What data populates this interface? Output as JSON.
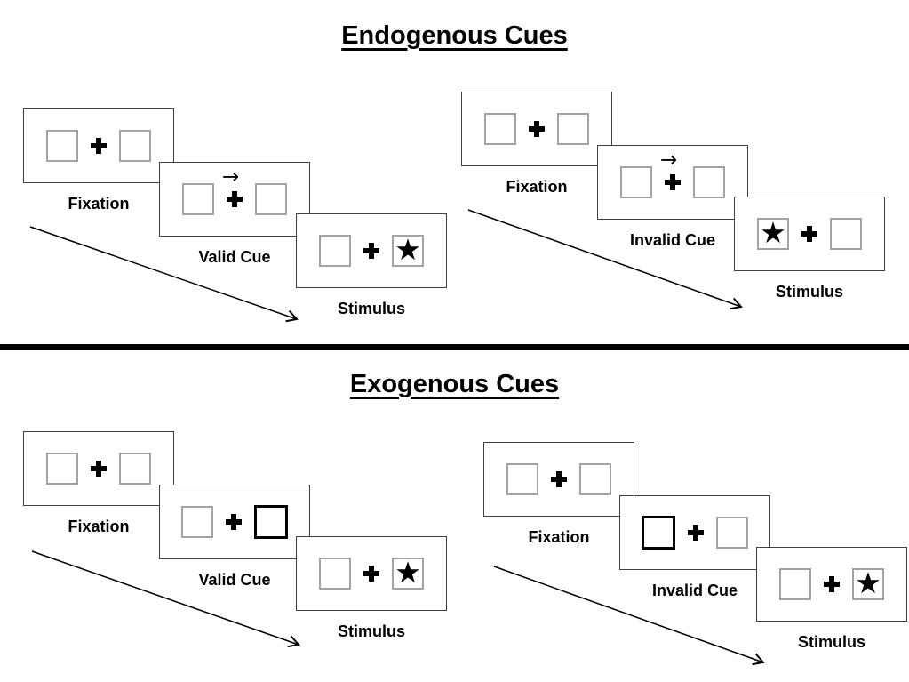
{
  "icons": {
    "star": "★",
    "cue_arrow": "→"
  },
  "colors": {
    "background": "#ffffff",
    "ink": "#000000",
    "panel_border": "#404040",
    "square_border": "#a3a3a3",
    "cued_square_border": "#000000"
  },
  "divider": {
    "style": "thick-black-horizontal-rule"
  },
  "sections": [
    {
      "id": "endogenous",
      "title": "Endogenous Cues",
      "groups": [
        {
          "id": "endogenous-valid",
          "sequence_arrow": "diagonal-down-right",
          "panels": [
            {
              "label": "Fixation",
              "left_square": "empty",
              "right_square": "empty",
              "cue_arrow": false
            },
            {
              "label": "Valid Cue",
              "left_square": "empty",
              "right_square": "empty",
              "cue_arrow": true
            },
            {
              "label": "Stimulus",
              "left_square": "empty",
              "right_square": "star",
              "cue_arrow": false
            }
          ]
        },
        {
          "id": "endogenous-invalid",
          "sequence_arrow": "diagonal-down-right",
          "panels": [
            {
              "label": "Fixation",
              "left_square": "empty",
              "right_square": "empty",
              "cue_arrow": false
            },
            {
              "label": "Invalid Cue",
              "left_square": "empty",
              "right_square": "empty",
              "cue_arrow": true
            },
            {
              "label": "Stimulus",
              "left_square": "star",
              "right_square": "empty",
              "cue_arrow": false
            }
          ]
        }
      ]
    },
    {
      "id": "exogenous",
      "title": "Exogenous Cues",
      "groups": [
        {
          "id": "exogenous-valid",
          "sequence_arrow": "diagonal-down-right",
          "panels": [
            {
              "label": "Fixation",
              "left_square": "empty",
              "right_square": "empty",
              "cue_arrow": false
            },
            {
              "label": "Valid Cue",
              "left_square": "empty",
              "right_square": "cued",
              "cue_arrow": false
            },
            {
              "label": "Stimulus",
              "left_square": "empty",
              "right_square": "star",
              "cue_arrow": false
            }
          ]
        },
        {
          "id": "exogenous-invalid",
          "sequence_arrow": "diagonal-down-right",
          "panels": [
            {
              "label": "Fixation",
              "left_square": "empty",
              "right_square": "empty",
              "cue_arrow": false
            },
            {
              "label": "Invalid Cue",
              "left_square": "cued",
              "right_square": "empty",
              "cue_arrow": false
            },
            {
              "label": "Stimulus",
              "left_square": "empty",
              "right_square": "star",
              "cue_arrow": false
            }
          ]
        }
      ]
    }
  ]
}
